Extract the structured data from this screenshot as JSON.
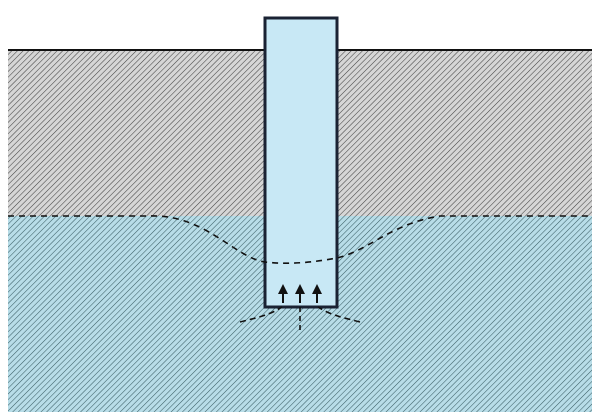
{
  "diagram": {
    "type": "well-groundwater-cross-section",
    "colors": {
      "background": "#ffffff",
      "soil_fill": "#d6d6d6",
      "soil_hatch": "#444444",
      "saturated_fill": "#b8dde8",
      "saturated_hatch": "#3b5f66",
      "well_fill": "#c8e8f5",
      "well_outline": "#1a2233",
      "ground_line": "#111111",
      "water_table_line": "#111111",
      "flow_lines": "#111111",
      "arrows": "#111111"
    },
    "icons": {
      "flow_arrow": "up-arrow-icon"
    },
    "elements": {
      "ground_surface": "ground-surface-line",
      "unsaturated_zone": "unsaturated-soil-zone",
      "saturated_zone": "saturated-aquifer-zone",
      "well_casing": "well-casing",
      "water_table": "water-table-with-cone-of-depression",
      "inflow_arrows_count": 3,
      "inflow_flow_lines": "converging-flow-lines"
    }
  }
}
